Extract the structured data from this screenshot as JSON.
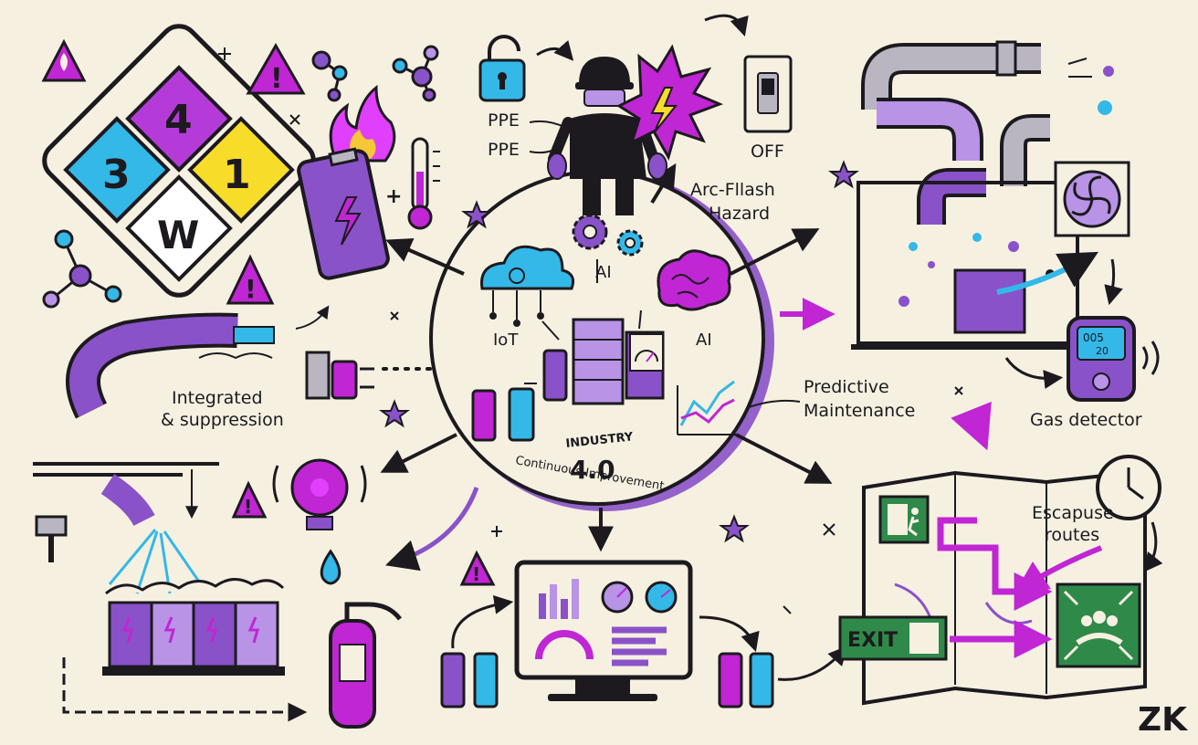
{
  "nfpa": {
    "health": "3",
    "flammability": "4",
    "instability": "1",
    "special": "W"
  },
  "labels": {
    "ppe_1": "PPE",
    "ppe_2": "PPE",
    "off": "OFF",
    "arc_flash_1": "Arc-Fllash",
    "arc_flash_2": "Hazard",
    "iot": "IoT",
    "ai_top": "AI",
    "ai_right": "AI",
    "industry": "INDUSTRY",
    "industry_version": "4.0",
    "continuous": "Continuous Improvement",
    "integrated_1": "Integrated",
    "integrated_2": "& suppression",
    "predictive_1": "Predictive",
    "predictive_2": "Maintenance",
    "gas_detector": "Gas detector",
    "escape_1": "Escapuse",
    "escape_2": "routes",
    "exit": "EXIT",
    "detector_reading_1": "005",
    "detector_reading_2": "20",
    "watermark": "ZK"
  },
  "colors": {
    "background": "#f6f0e1",
    "ink": "#1c1a1f",
    "purple": "#8a52c8",
    "light_purple": "#b893e6",
    "magenta": "#c026d3",
    "cyan": "#33b8e8",
    "yellow": "#f8dc2a",
    "green": "#2f8a4a",
    "gray": "#b9b6c2",
    "flame": "#e040fb",
    "flame_core": "#f6c737"
  },
  "icons": [
    "padlock-icon",
    "worker-icon",
    "lightning-icon",
    "switch-icon",
    "cloud-icon",
    "gear-icon",
    "brain-icon",
    "server-icon",
    "battery-icon",
    "gauge-icon",
    "chart-icon",
    "pipe-icon",
    "fan-icon",
    "gas-detector-icon",
    "clock-icon",
    "exit-sign-icon",
    "assembly-point-icon",
    "fire-extinguisher-icon",
    "alarm-bell-icon",
    "sprinkler-icon",
    "warning-icon",
    "thermometer-icon",
    "molecule-icon",
    "star-icon",
    "water-drop-icon"
  ]
}
